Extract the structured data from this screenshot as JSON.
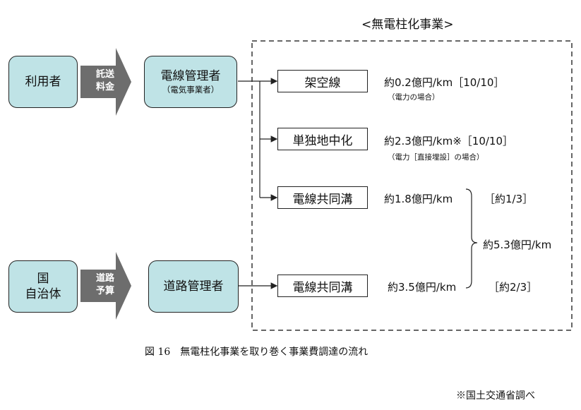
{
  "diagram": {
    "project_title": "<無電柱化事業>",
    "users": {
      "label": "利用者"
    },
    "consignment": {
      "line1": "託送",
      "line2": "料金"
    },
    "power_manager": {
      "label": "電線管理者",
      "sub": "（電気事業者）"
    },
    "national": {
      "line1": "国",
      "line2": "自治体"
    },
    "road_budget": {
      "line1": "道路",
      "line2": "予算"
    },
    "road_manager": {
      "label": "道路管理者"
    },
    "overhead": {
      "label": "架空線",
      "cost": "約0.2億円/km［10/10］",
      "note": "（電力の場合）"
    },
    "single_underground": {
      "label": "単独地中化",
      "cost": "約2.3億円/km※［10/10］",
      "note": "（電力［直接埋設］の場合）"
    },
    "common_trench_power": {
      "label": "電線共同溝",
      "cost": "約1.8億円/km",
      "share": "［約1/3］"
    },
    "common_trench_road": {
      "label": "電線共同溝",
      "cost": "約3.5億円/km",
      "share": "［約2/3］"
    },
    "total": {
      "label": "約5.3億円/km"
    },
    "caption": "図 16　無電柱化事業を取り巻く事業費調達の流れ",
    "source": "※国土交通省調べ"
  }
}
